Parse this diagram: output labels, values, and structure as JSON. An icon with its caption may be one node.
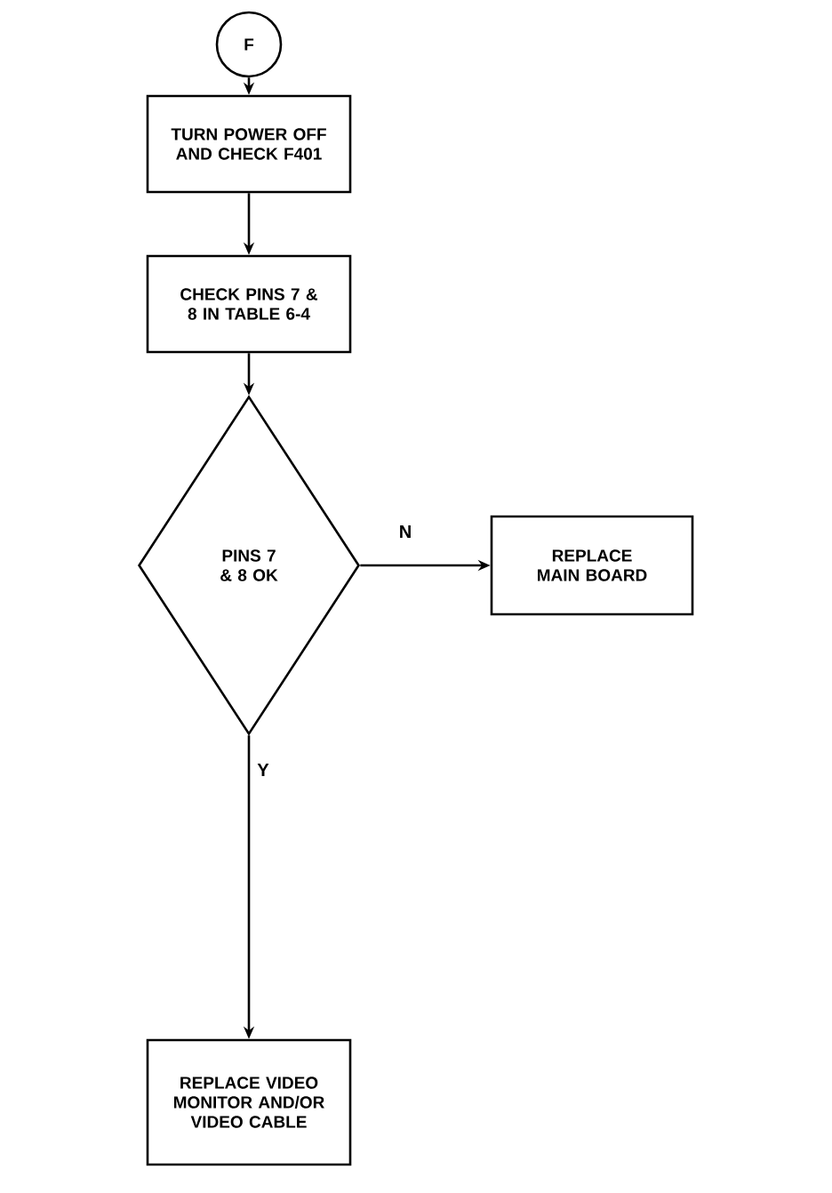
{
  "diagram": {
    "nodes": [
      {
        "text": [
          "F"
        ]
      },
      {
        "text": [
          "TURN POWER OFF AND CHECK F401"
        ]
      },
      {
        "text": [
          "CHECK PINS 7 & 8 IN TABLE 6-4"
        ]
      },
      {
        "text": [
          "PINS 7 & 8 OK"
        ]
      },
      {
        "text": [
          "REPLACE MAIN BOARD"
        ]
      },
      {
        "text": [
          "REPLACE VIDEO MONITOR AND/OR VIDEO CABLE"
        ]
      }
    ],
    "edges": [
      {
        "from": 0,
        "to": 1,
        "arrow": "to"
      },
      {
        "from": 1,
        "to": 2,
        "arrow": "to"
      },
      {
        "from": 2,
        "to": 3,
        "arrow": "to"
      },
      {
        "from": 3,
        "to": 4,
        "arrow": "to",
        "label": "N"
      },
      {
        "from": 3,
        "to": 5,
        "arrow": "to",
        "label": "Y"
      }
    ]
  }
}
